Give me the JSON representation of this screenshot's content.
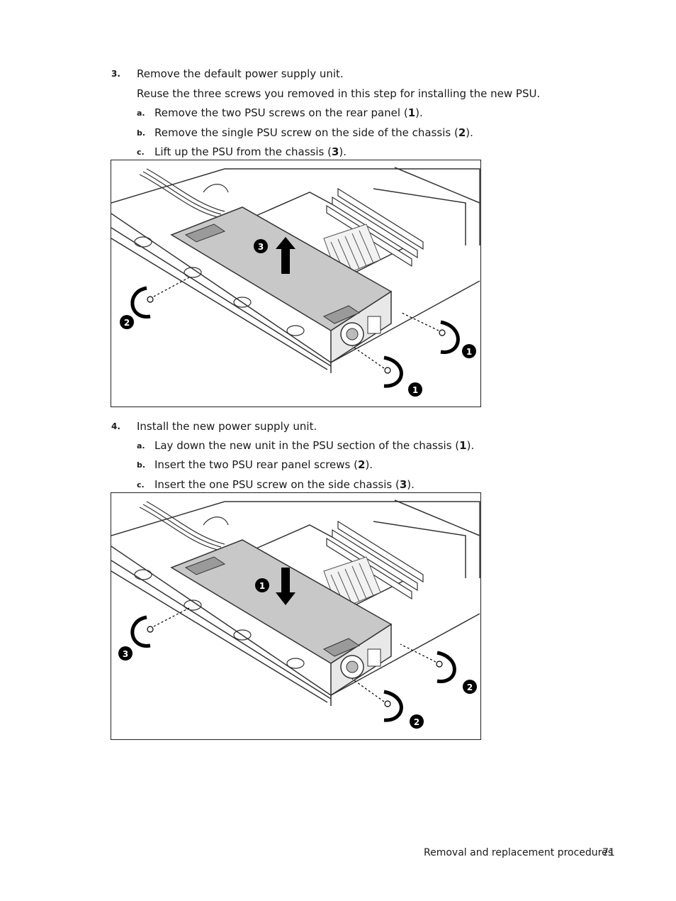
{
  "step3": {
    "number": "3.",
    "text": "Remove the default power supply unit.",
    "note": "Reuse the three screws you removed in this step for installing the new PSU.",
    "substeps": [
      {
        "letter": "a.",
        "before": "Remove the two PSU screws on the rear panel (",
        "callout": "1",
        "after": ")."
      },
      {
        "letter": "b.",
        "before": "Remove the single PSU screw on the side of the chassis (",
        "callout": "2",
        "after": ")."
      },
      {
        "letter": "c.",
        "before": "Lift up the PSU from the chassis (",
        "callout": "3",
        "after": ")."
      }
    ],
    "figure_callouts": {
      "arrow": "3",
      "side_screw": "2",
      "rear_screw_top": "1",
      "rear_screw_bottom": "1"
    }
  },
  "step4": {
    "number": "4.",
    "text": "Install the new power supply unit.",
    "substeps": [
      {
        "letter": "a.",
        "before": "Lay down the new unit in the PSU section of the chassis (",
        "callout": "1",
        "after": ")."
      },
      {
        "letter": "b.",
        "before": "Insert the two PSU rear panel screws (",
        "callout": "2",
        "after": ")."
      },
      {
        "letter": "c.",
        "before": "Insert the one PSU screw on the side chassis (",
        "callout": "3",
        "after": ")."
      }
    ],
    "figure_callouts": {
      "arrow": "1",
      "side_screw": "3",
      "rear_screw_top": "2",
      "rear_screw_bottom": "2"
    }
  },
  "footer": {
    "section": "Removal and replacement procedures",
    "page": "71"
  }
}
